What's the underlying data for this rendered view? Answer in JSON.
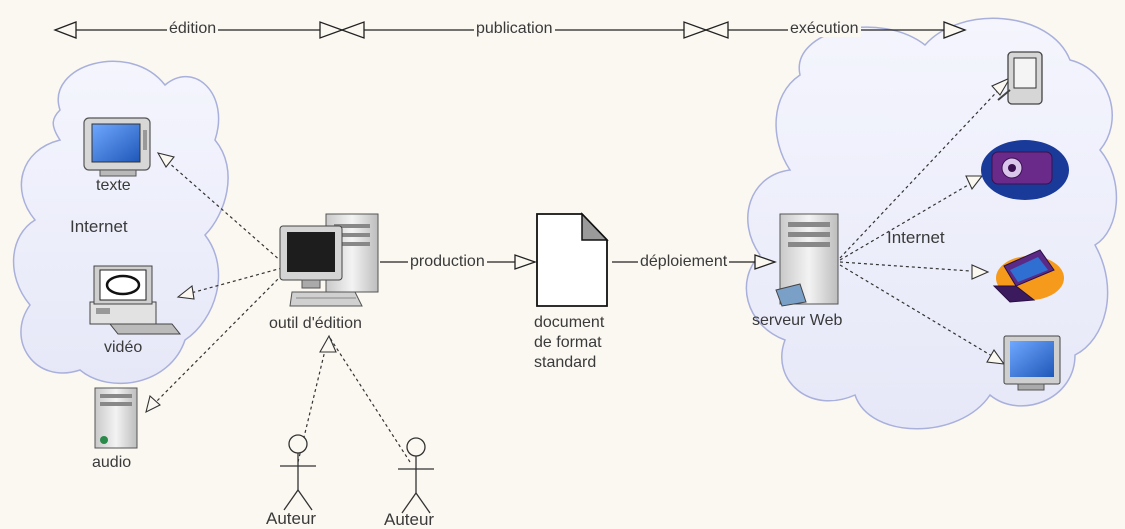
{
  "phases": {
    "edition": "édition",
    "publication": "publication",
    "execution": "exécution"
  },
  "left_cloud": {
    "label": "Internet",
    "devices": {
      "texte": "texte",
      "video": "vidéo",
      "audio": "audio"
    }
  },
  "editor": {
    "label": "outil d'édition"
  },
  "flows": {
    "production": "production",
    "deploiement": "déploiement"
  },
  "document": {
    "line1": "document",
    "line2": "de format",
    "line3": "standard"
  },
  "server": {
    "label": "serveur Web"
  },
  "right_cloud": {
    "label": "Internet"
  },
  "actors": [
    {
      "label": "Auteur"
    },
    {
      "label": "Auteur"
    }
  ],
  "colors": {
    "cloud_fill": "#eef0fb",
    "cloud_stroke": "#a9b0dc",
    "screen_blue": "#2f6fd1",
    "projector_purple": "#6a2a8a",
    "laptop_orange": "#f59a1b",
    "line": "#222222"
  }
}
